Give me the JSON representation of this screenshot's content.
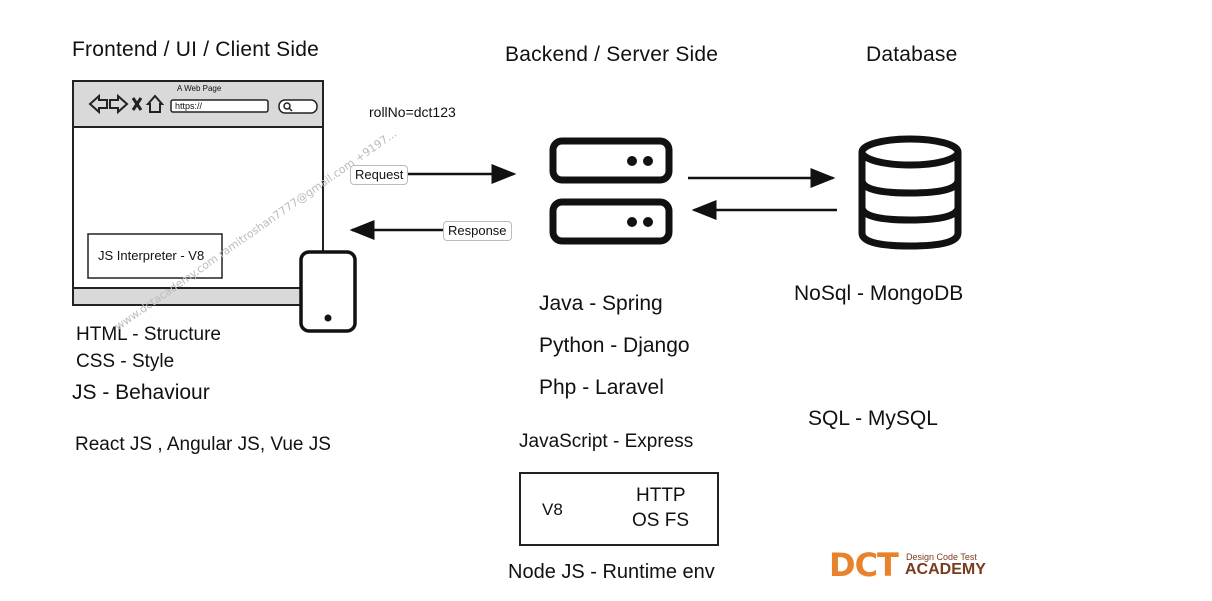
{
  "sections": {
    "frontend_title": "Frontend / UI / Client Side",
    "backend_title": "Backend / Server Side",
    "database_title": "Database"
  },
  "browser": {
    "page_title": "A Web Page",
    "address": "https://",
    "interpreter_label": "JS Interpreter - V8"
  },
  "request": {
    "param": "rollNo=dct123",
    "request_label": "Request",
    "response_label": "Response"
  },
  "frontend": {
    "items": [
      "HTML - Structure",
      "CSS - Style",
      "JS - Behaviour"
    ],
    "frameworks": "React JS , Angular JS, Vue JS"
  },
  "backend": {
    "items": [
      "Java - Spring",
      "Python - Django",
      "Php - Laravel",
      "JavaScript - Express"
    ],
    "runtime_box": {
      "left": "V8",
      "right_line1": "HTTP",
      "right_line2": "OS FS"
    },
    "runtime_caption": "Node JS - Runtime env"
  },
  "database": {
    "nosql": "NoSql - MongoDB",
    "sql": "SQL - MySQL"
  },
  "brand": {
    "logo_text": "DCT",
    "tagline": "Design Code Test",
    "academy": "ACADEMY",
    "color_orange": "#e9832b",
    "color_brown": "#7a3b1c"
  },
  "watermark": "www.dctacademy.com ramitroshan7777@gmail.com +9197..."
}
